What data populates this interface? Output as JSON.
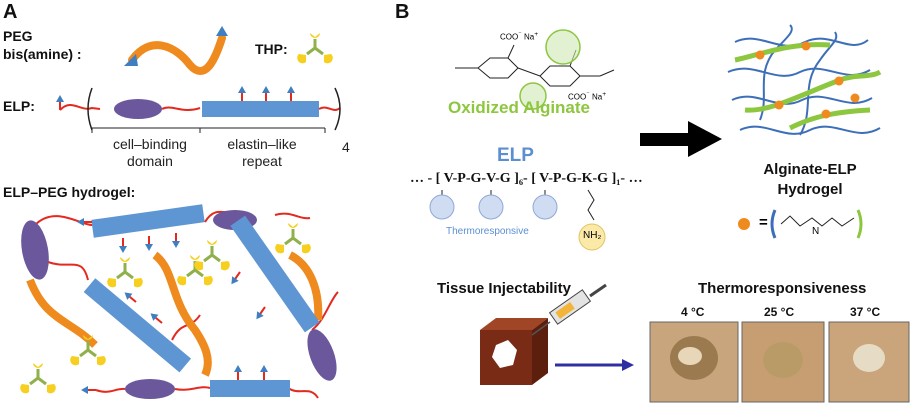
{
  "panels": {
    "a_letter": "A",
    "b_letter": "B"
  },
  "panel_a": {
    "peg_label_1": "PEG",
    "peg_label_2": "bis(amine) :",
    "thp_label": "THP:",
    "elp_label": "ELP:",
    "cell_binding_1": "cell–binding",
    "cell_binding_2": "domain",
    "elastin_1": "elastin–like",
    "elastin_2": "repeat",
    "repeat_count": "4",
    "hydrogel_label": "ELP–PEG hydrogel:"
  },
  "panel_b": {
    "oxidized_alginate": "Oxidized Alginate",
    "coo_na_1": "COO",
    "coo_na_2": "Na",
    "elp_title": "ELP",
    "sequence": "… - [ V-P-G-V-G ]₆- [ V-P-G-K-G ]₁- …",
    "thermoresponsive": "Thermoresponsive",
    "nh2": "NH₂",
    "alginate_elp_1": "Alginate-ELP",
    "alginate_elp_2": "Hydrogel",
    "equals": "=",
    "imine_n": "N",
    "tissue_injectability": "Tissue Injectability",
    "thermoresponsiveness": "Thermoresponsiveness",
    "temps": [
      "4 °C",
      "25 °C",
      "37 °C"
    ]
  },
  "colors": {
    "peg": "#ee8a1e",
    "elp_red": "#e4291f",
    "cell_binding": "#6b579c",
    "elastin": "#5e95d3",
    "thp": "#f6cf1f",
    "thp_stem": "#8fb04a",
    "arrow_head": "#3f7fc1",
    "alginate_green": "#8dc63f",
    "network_blue": "#3d6fb8"
  }
}
